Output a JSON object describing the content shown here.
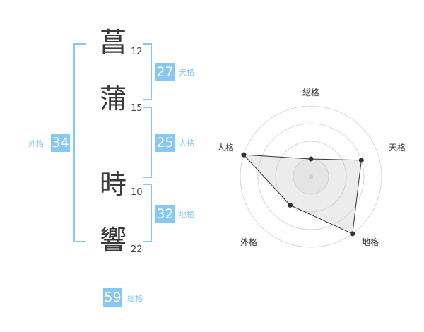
{
  "characters": [
    {
      "char": "菖",
      "strokes": "12"
    },
    {
      "char": "蒲",
      "strokes": "15"
    },
    {
      "char": "時",
      "strokes": "10"
    },
    {
      "char": "響",
      "strokes": "22"
    }
  ],
  "scores": {
    "tenkaku": {
      "value": "27",
      "label": "天格"
    },
    "jinkaku": {
      "value": "25",
      "label": "人格"
    },
    "chikaku": {
      "value": "32",
      "label": "地格"
    },
    "gaikaku": {
      "value": "34",
      "label": "外格"
    },
    "soukaku": {
      "value": "59",
      "label": "総格"
    }
  },
  "radar": {
    "axes": [
      "総格",
      "天格",
      "地格",
      "外格",
      "人格"
    ],
    "levels": 4,
    "values": [
      1,
      3,
      4,
      2,
      4
    ],
    "max": 4
  }
}
